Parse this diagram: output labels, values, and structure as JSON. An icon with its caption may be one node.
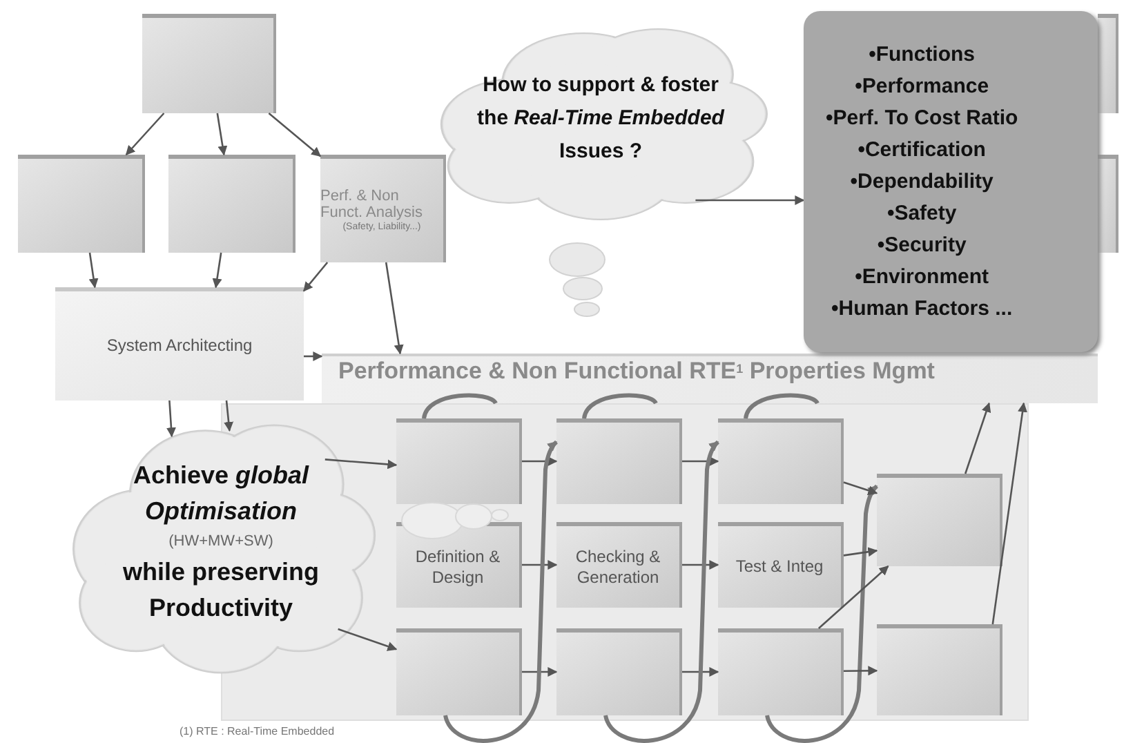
{
  "diagram": {
    "nodes": [
      {
        "text": [],
        "shape": "box"
      },
      {
        "text": [],
        "shape": "box"
      },
      {
        "text": [],
        "shape": "box"
      },
      {
        "text": [
          "Perf. & Non Funct. Analysis",
          "(Safety, Liability...)"
        ]
      },
      {
        "text": [
          "System Architecting"
        ]
      },
      {
        "text": [
          "Performance & Non Functional RTE$^{1}$ Properties Mgmt"
        ]
      },
      {
        "text": [
          "How to support & foster the *Real-Time Embedded* Issues ?"
        ]
      },
      {
        "text": [
          "•Functions",
          "•Performance",
          "•Perf. To Cost Ratio",
          "•Certification",
          "•Dependability",
          "•Safety",
          "•Security",
          "•Environment",
          "•Human Factors ..."
        ]
      },
      {
        "text": [
          "Achieve *global Optimisation*",
          "(HW+MW+SW)",
          "while preserving Productivity"
        ]
      },
      {
        "text": [],
        "shape": "box"
      },
      {
        "text": [],
        "shape": "box"
      },
      {
        "text": [],
        "shape": "box"
      },
      {
        "text": [
          "Definition & Design"
        ]
      },
      {
        "text": [
          "Checking & Generation"
        ]
      },
      {
        "text": [
          "Test & Integ"
        ]
      },
      {
        "text": [],
        "shape": "box"
      },
      {
        "text": [],
        "shape": "box"
      },
      {
        "text": [],
        "shape": "box"
      },
      {
        "text": [],
        "shape": "box"
      },
      {
        "text": [],
        "shape": "box"
      },
      {
        "text": [],
        "shape": "box"
      },
      {
        "text": [],
        "shape": "box"
      }
    ],
    "edges": [
      {
        "from": 0,
        "to": 1,
        "arrow": "to"
      },
      {
        "from": 0,
        "to": 2,
        "arrow": "to"
      },
      {
        "from": 0,
        "to": 3,
        "arrow": "to"
      },
      {
        "from": 1,
        "to": 4,
        "arrow": "to"
      },
      {
        "from": 2,
        "to": 4,
        "arrow": "to"
      },
      {
        "from": 3,
        "to": 4,
        "arrow": "to"
      },
      {
        "from": 3,
        "to": 5,
        "arrow": "to"
      },
      {
        "from": 4,
        "to": 5,
        "arrow": "to"
      },
      {
        "from": 4,
        "to": 8,
        "arrow": "to"
      },
      {
        "from": 4,
        "to": 8,
        "arrow": "to"
      },
      {
        "from": 6,
        "to": 7,
        "arrow": "to"
      },
      {
        "from": 8,
        "to": 9,
        "arrow": "to"
      },
      {
        "from": 8,
        "to": 15,
        "arrow": "to"
      },
      {
        "from": 9,
        "to": 10,
        "arrow": "to"
      },
      {
        "from": 10,
        "to": 11,
        "arrow": "to"
      },
      {
        "from": 12,
        "to": 13,
        "arrow": "to"
      },
      {
        "from": 13,
        "to": 14,
        "arrow": "to"
      },
      {
        "from": 15,
        "to": 16,
        "arrow": "to"
      },
      {
        "from": 16,
        "to": 17,
        "arrow": "to"
      },
      {
        "from": 15,
        "to": 10,
        "arrow": "to",
        "style": "thick",
        "color": "#7a7a7a"
      },
      {
        "from": 16,
        "to": 11,
        "arrow": "to",
        "style": "thick",
        "color": "#7a7a7a"
      },
      {
        "from": 17,
        "to": 18,
        "arrow": "to",
        "style": "thick",
        "color": "#7a7a7a"
      },
      {
        "from": 11,
        "to": 18,
        "arrow": "to"
      },
      {
        "from": 14,
        "to": 18,
        "arrow": "to"
      },
      {
        "from": 17,
        "to": 18,
        "arrow": "to"
      },
      {
        "from": 17,
        "to": 19,
        "arrow": "to"
      },
      {
        "from": 18,
        "to": 5,
        "arrow": "to"
      },
      {
        "from": 19,
        "to": 5,
        "arrow": "to"
      },
      {
        "from": 9,
        "to": 5,
        "arrow": "none",
        "style": "thick",
        "color": "#7a7a7a"
      },
      {
        "from": 10,
        "to": 5,
        "arrow": "none",
        "style": "thick",
        "color": "#7a7a7a"
      },
      {
        "from": 11,
        "to": 5,
        "arrow": "none",
        "style": "thick",
        "color": "#7a7a7a"
      }
    ],
    "labels": [
      "(1) RTE : Real-Time Embedded"
    ]
  }
}
